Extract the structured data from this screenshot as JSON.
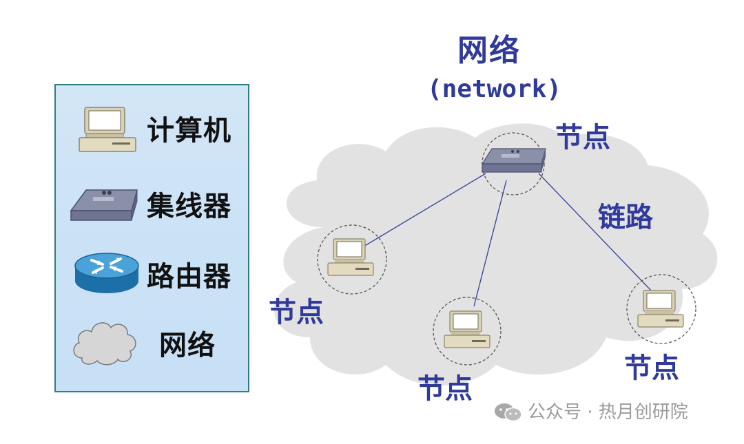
{
  "legend": {
    "computer_label": "计算机",
    "hub_label": "集线器",
    "router_label": "路由器",
    "network_label": "网络"
  },
  "diagram": {
    "title_cn": "网络",
    "title_en": "(network)",
    "node_label": "节点",
    "link_label": "链路"
  },
  "watermark": {
    "text": "公众号 · 热月创研院"
  },
  "colors": {
    "accent_text": "#2f3a9a",
    "legend_bg": "#cbe2f6",
    "legend_border": "#2f7e86",
    "cloud": "#e3e3e3",
    "link_line": "#3a4a9a"
  }
}
